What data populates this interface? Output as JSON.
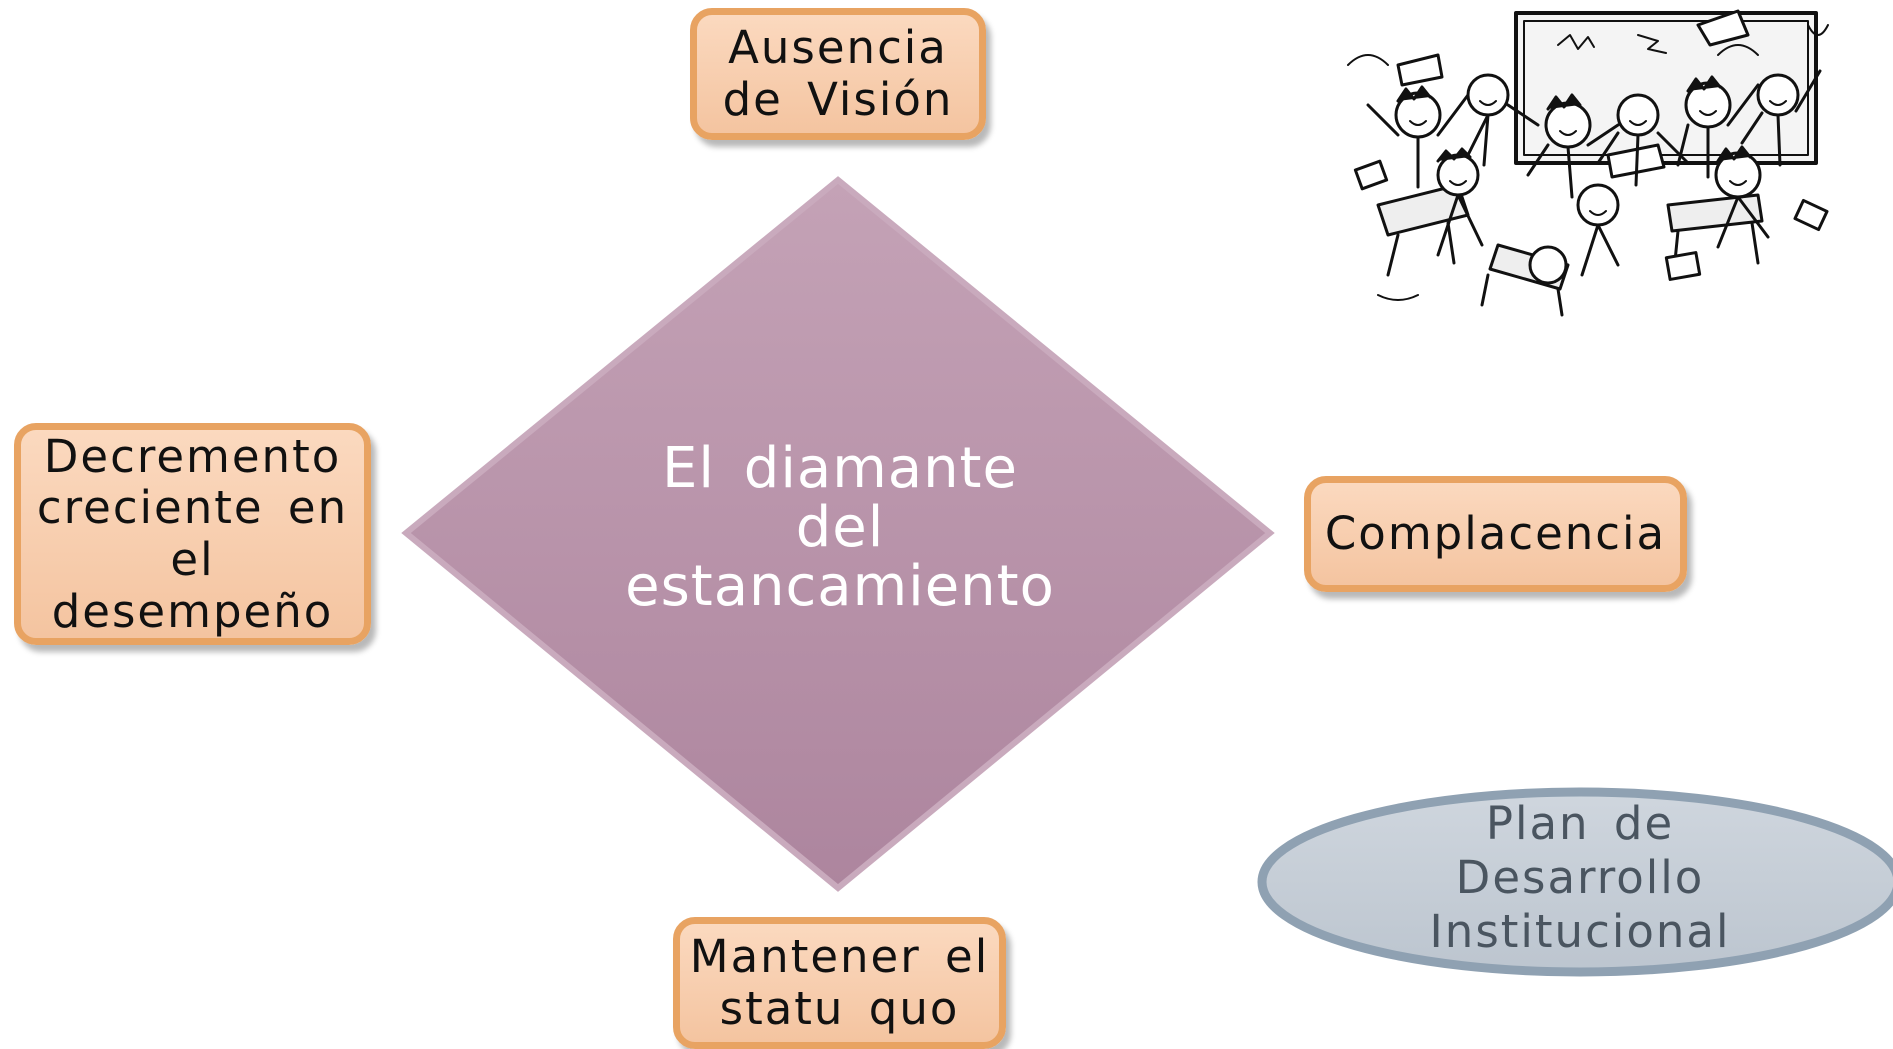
{
  "diagram": {
    "center": {
      "lines": [
        "El diamante",
        "del",
        "estancamiento"
      ]
    },
    "top": {
      "lines": [
        "Ausencia",
        "de Visión"
      ]
    },
    "left": {
      "lines": [
        "Decremento",
        "creciente en",
        "el desempeño"
      ]
    },
    "right": {
      "lines": [
        "Complacencia"
      ]
    },
    "bottom": {
      "lines": [
        "Mantener el",
        "statu quo"
      ]
    },
    "oval": {
      "lines": [
        "Plan de",
        "Desarrollo",
        "Institucional"
      ]
    }
  },
  "illustration": {
    "name": "chaotic-classroom-clipart"
  },
  "colors": {
    "diamond_fill": "#b48ea6",
    "box_border": "#e8a362",
    "box_fill": "#f6c9a8",
    "oval_fill": "#c5cdd6",
    "oval_border": "#8ea0b0"
  }
}
